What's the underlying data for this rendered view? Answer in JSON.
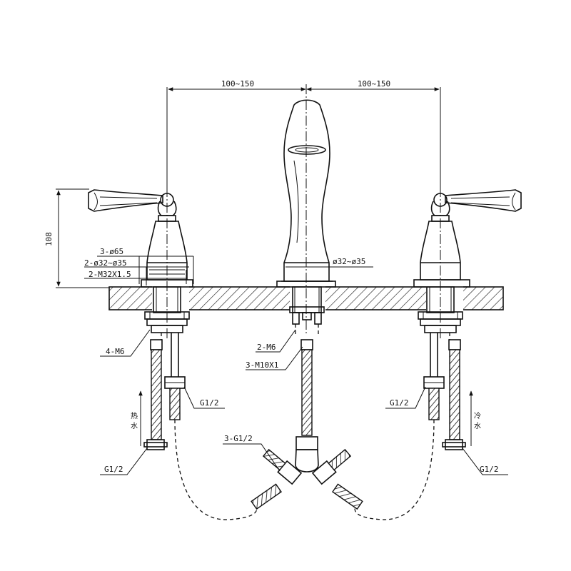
{
  "labels": {
    "dim_left": "100~150",
    "dim_right": "100~150",
    "dim_height": "108",
    "d3_65": "3-ø65",
    "d2_32_35": "2-ø32~ø35",
    "d2_m32": "2-M32X1.5",
    "d_32_35": "ø32~ø35",
    "d4_m6": "4-M6",
    "d2_m6": "2-M6",
    "d3_m10": "3-M10X1",
    "g_left_top": "G1/2",
    "g_right_top": "G1/2",
    "g_left_bottom": "G1/2",
    "g_right_bottom": "G1/2",
    "g_tee": "3-G1/2",
    "hot_1": "热",
    "hot_2": "水",
    "cold_1": "冷",
    "cold_2": "水"
  },
  "icons": {
    "hot-water-arrow": "arrow-up",
    "cold-water-arrow": "arrow-up"
  }
}
